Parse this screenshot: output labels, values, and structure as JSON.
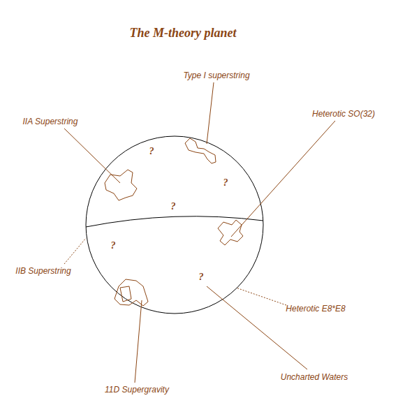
{
  "diagram": {
    "title": "The M-theory planet",
    "labels": [
      "Type I superstring",
      "Heterotic SO(32)",
      "IIA Superstring",
      "?",
      "?",
      "?",
      "?",
      "?",
      "IIB Superstring",
      "Heterotic E8*E8",
      "11D Supergravity",
      "Uncharted Waters"
    ]
  }
}
